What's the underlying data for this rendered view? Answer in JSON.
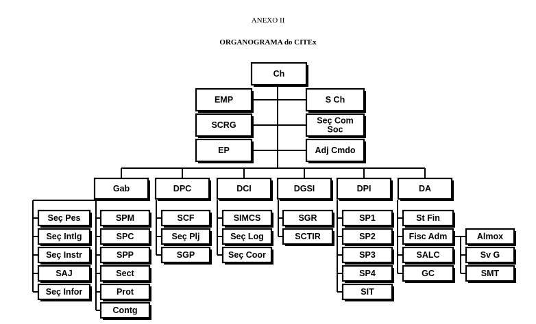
{
  "header": {
    "annex": "ANEXO II",
    "title": "ORGANOGRAMA do CITEx"
  },
  "org": {
    "chief": "Ch",
    "staff_left": [
      "EMP",
      "SCRG",
      "EP"
    ],
    "staff_right": [
      [
        "S Ch"
      ],
      [
        "Seç Com",
        "Soc"
      ],
      [
        "Adj Cmdo"
      ]
    ],
    "gab": {
      "name": "Gab",
      "left": [
        "Seç Pes",
        "Seç Intlg",
        "Seç Instr",
        "SAJ",
        "Seç Infor"
      ],
      "right": [
        "SPM",
        "SPC",
        "SPP",
        "Sect",
        "Prot",
        "Contg"
      ]
    },
    "dpc": {
      "name": "DPC",
      "children": [
        "SCF",
        "Seç Plj",
        "SGP"
      ]
    },
    "dci": {
      "name": "DCI",
      "children": [
        "SIMCS",
        "Seç Log",
        "Seç Coor"
      ]
    },
    "dgsi": {
      "name": "DGSI",
      "children": [
        "SGR",
        "SCTIR"
      ]
    },
    "dpi": {
      "name": "DPI",
      "children": [
        "SP1",
        "SP2",
        "SP3",
        "SP4",
        "SIT"
      ]
    },
    "da": {
      "name": "DA",
      "children": [
        "St Fin",
        "Fisc Adm",
        "SALC",
        "GC"
      ],
      "fisc_children": [
        "Almox",
        "Sv G",
        "SMT"
      ]
    }
  }
}
